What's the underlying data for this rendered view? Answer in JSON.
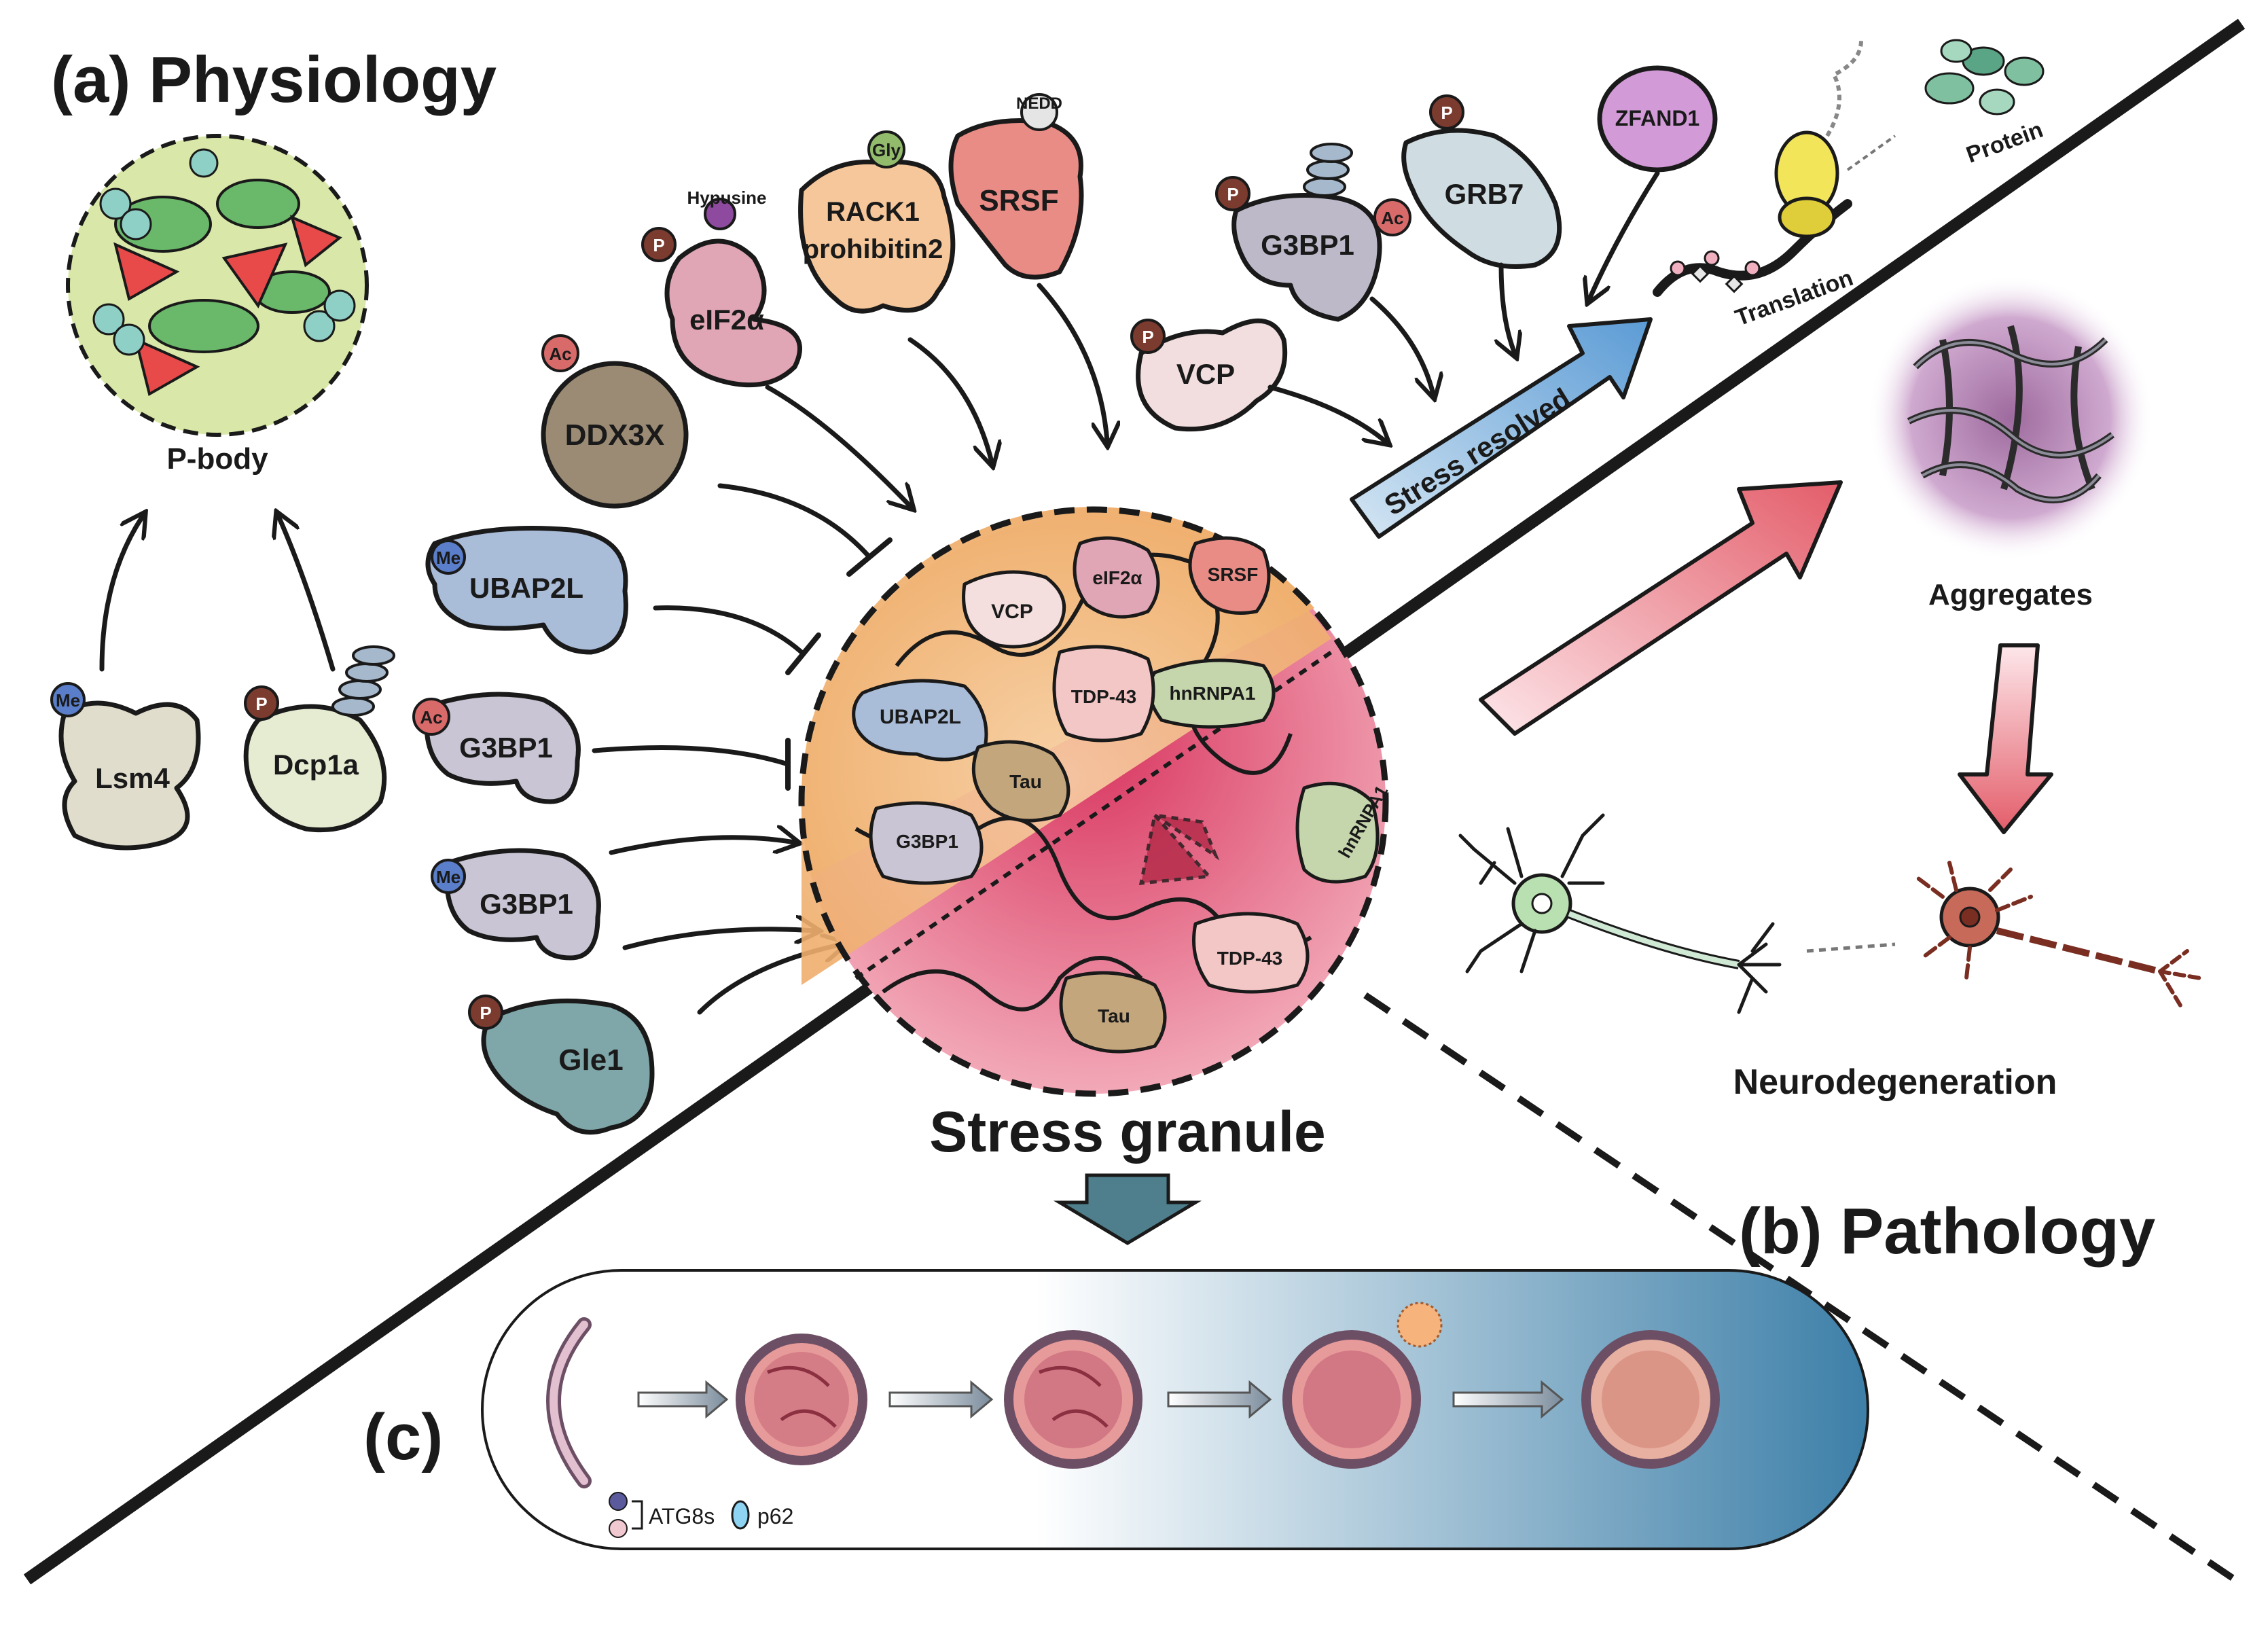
{
  "sections": {
    "physiology": "(a) Physiology",
    "pathology": "(b) Pathology",
    "autophagy": "(c)"
  },
  "labels": {
    "p_body": "P-body",
    "stress_granule": "Stress granule",
    "stress_resolved": "Stress resolved",
    "translation": "Translation",
    "protein": "Protein",
    "aggregates": "Aggregates",
    "neurodegeneration": "Neurodegeneration",
    "atg8s": "ATG8s",
    "p62": "p62"
  },
  "ptm": {
    "me": "Me",
    "p": "P",
    "ac": "Ac",
    "gly": "Gly",
    "nedd": "NEDD",
    "hypusine": "Hypusine",
    "ub": "Ub"
  },
  "proteins": {
    "lsm4": "Lsm4",
    "dcp1a": "Dcp1a",
    "ddx3x": "DDX3X",
    "eif2a": "eIF2α",
    "rack1_line1": "RACK1",
    "rack1_line2": "prohibitin2",
    "srsf": "SRSF",
    "vcp": "VCP",
    "g3bp1": "G3BP1",
    "grb7": "GRB7",
    "zfand1": "ZFAND1",
    "ubap2l": "UBAP2L",
    "gle1": "Gle1"
  },
  "granule_proteins": {
    "vcp": "VCP",
    "eif2a": "eIF2α",
    "srsf": "SRSF",
    "hnrnpa1_top": "hnRNPA1",
    "ubap2l": "UBAP2L",
    "tdp43_top": "TDP-43",
    "tau_top": "Tau",
    "g3bp1": "G3BP1",
    "hnrnpa1_bottom": "hnRNPA1",
    "tdp43_bottom": "TDP-43",
    "tau_bottom": "Tau"
  },
  "colors": {
    "upper_granule": "#f0b27a",
    "lower_granule": "#e0677f",
    "stress_arrow": "#5b9bd5",
    "patho_arrow": "#e35d6a"
  }
}
